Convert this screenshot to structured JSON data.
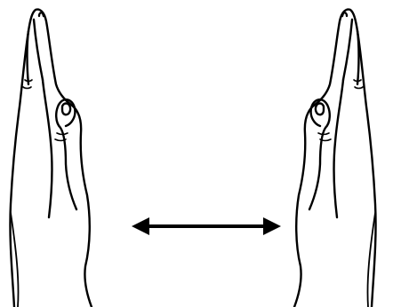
{
  "diagram": {
    "type": "gesture-illustration",
    "background": "#ffffff",
    "line_color": "#000000",
    "elements": [
      {
        "name": "left-hand",
        "icon": "vertical-open-hand-icon",
        "orientation": "palm-facing-right"
      },
      {
        "name": "spread-arrow",
        "icon": "double-headed-horizontal-arrow-icon"
      },
      {
        "name": "right-hand",
        "icon": "vertical-open-hand-icon",
        "orientation": "palm-facing-left"
      }
    ]
  }
}
